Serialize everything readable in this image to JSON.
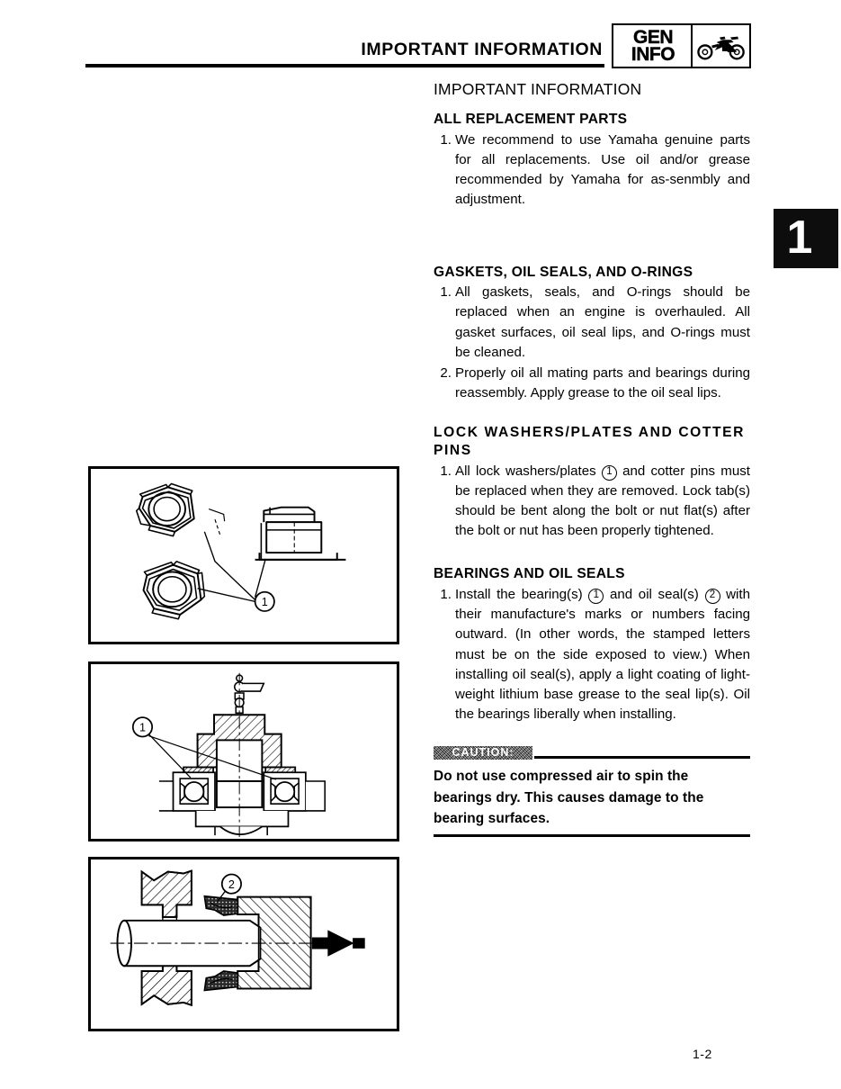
{
  "header": {
    "title": "IMPORTANT INFORMATION",
    "logo_line1": "GEN",
    "logo_line2": "INFO",
    "logo_icon": "motorcycle-icon"
  },
  "chapter_tab": {
    "number": "1"
  },
  "main": {
    "page_title": "IMPORTANT INFORMATION",
    "sections": [
      {
        "heading": "ALL REPLACEMENT PARTS",
        "items": [
          {
            "number": "1.",
            "text": "We recommend to use Yamaha genuine parts for all replacements. Use oil and/or grease recommended by Yamaha for as-senmbly and adjustment."
          }
        ]
      },
      {
        "heading": "GASKETS, OIL SEALS, AND O-RINGS",
        "items": [
          {
            "number": "1.",
            "text": "All gaskets, seals, and O-rings should be replaced when an engine is overhauled. All gasket surfaces, oil seal lips, and O-rings must be cleaned."
          },
          {
            "number": "2.",
            "text": "Properly oil all mating parts and bearings during reassembly. Apply grease to the oil seal lips."
          }
        ]
      },
      {
        "heading": "LOCK WASHERS/PLATES AND COTTER PINS",
        "items": [
          {
            "number": "1.",
            "text_before": "All lock washers/plates",
            "callout": "1",
            "text_after": "and cotter pins must be replaced when they are removed. Lock tab(s) should be bent along the bolt or nut flat(s) after the bolt or nut has been properly tightened."
          }
        ]
      },
      {
        "heading": "BEARINGS AND OIL SEALS",
        "items": [
          {
            "number": "1.",
            "text_before": "Install the bearing(s)",
            "callout": "1",
            "text_mid": "and oil seal(s)",
            "callout2": "2",
            "text_after": "with their manufacture's marks or numbers facing outward. (In other words, the stamped letters must be on the side exposed to view.) When installing oil seal(s), apply a light coating of light-weight lithium base grease to the seal lip(s). Oil the bearings liberally when installing."
          }
        ]
      }
    ]
  },
  "caution": {
    "label": "CAUTION:",
    "body": "Do not use compressed air to spin the bearings dry. This causes damage to the bearing surfaces."
  },
  "figures": [
    {
      "name": "lock-washer-figure",
      "callouts": [
        "1"
      ],
      "description": "Two hexagonal nuts with lock washer tabs and a side view of a bent lock tab"
    },
    {
      "name": "bearing-cross-section-figure",
      "callouts": [
        "1"
      ],
      "description": "Cross-section of a shaft assembly with ball bearings marked 1"
    },
    {
      "name": "oil-seal-installation-figure",
      "callouts": [
        "2"
      ],
      "description": "Cross-section of oil seal 2 being driven onto a shaft with an installation tool"
    }
  ],
  "footer": {
    "page_number": "1-2"
  }
}
